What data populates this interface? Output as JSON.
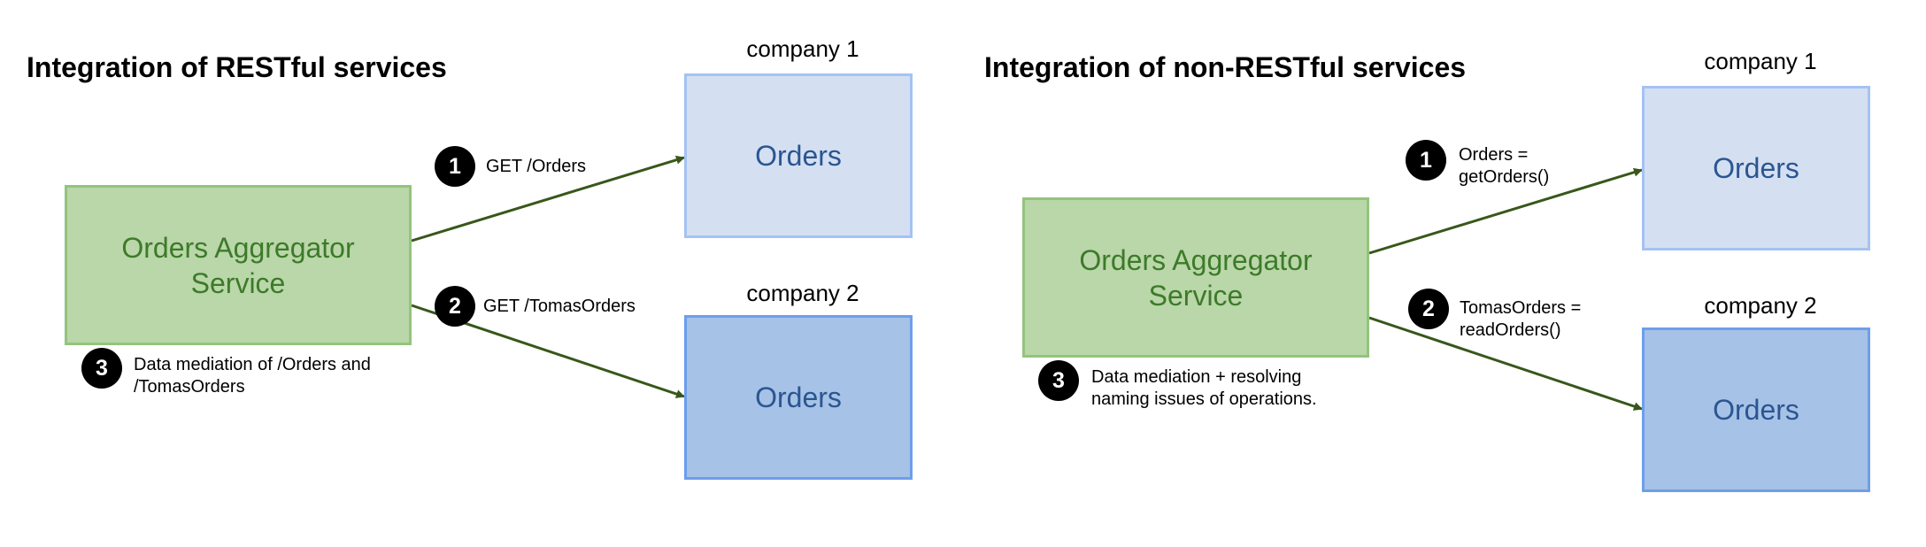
{
  "panels": {
    "restful": {
      "title": "Integration of RESTful services",
      "aggregator": "Orders Aggregator\nService",
      "company1": "company 1",
      "company2": "company 2",
      "orders1": "Orders",
      "orders2": "Orders",
      "steps": [
        {
          "num": "1",
          "label": "GET /Orders"
        },
        {
          "num": "2",
          "label": "GET /TomasOrders"
        },
        {
          "num": "3",
          "label": "Data mediation of /Orders and\n/TomasOrders"
        }
      ]
    },
    "nonrestful": {
      "title": "Integration of non-RESTful services",
      "aggregator": "Orders Aggregator\nService",
      "company1": "company 1",
      "company2": "company 2",
      "orders1": "Orders",
      "orders2": "Orders",
      "steps": [
        {
          "num": "1",
          "label": "Orders =\ngetOrders()"
        },
        {
          "num": "2",
          "label": "TomasOrders =\nreadOrders()"
        },
        {
          "num": "3",
          "label": "Data mediation + resolving\nnaming issues of operations."
        }
      ]
    }
  },
  "colors": {
    "arrow": "#38571a",
    "aggregator_fill": "#b9d7a8",
    "company1_fill": "#d4e0f1",
    "company2_fill": "#a6c2e6"
  }
}
